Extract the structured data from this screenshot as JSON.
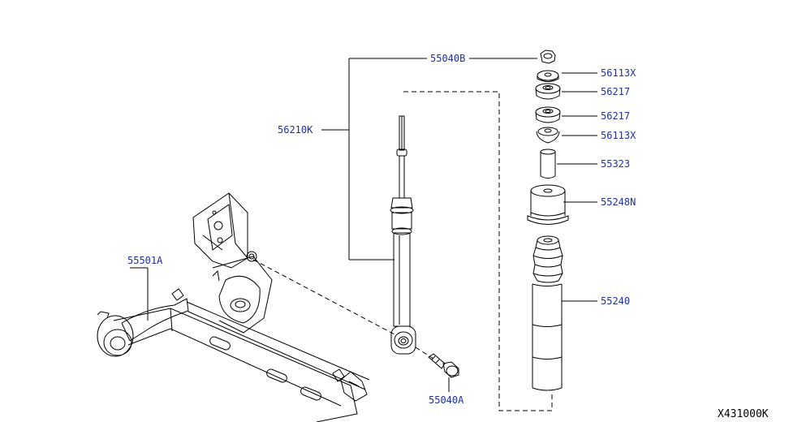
{
  "colors": {
    "label": "#1f2fa8",
    "line": "#000000",
    "background": "#ffffff"
  },
  "labels": {
    "p55040B": "55040B",
    "p56113X_top": "56113X",
    "p56217_top": "56217",
    "p56217_bottom": "56217",
    "p56113X_bottom": "56113X",
    "p55323": "55323",
    "p55248N": "55248N",
    "p55240": "55240",
    "p56210K": "56210K",
    "p55501A": "55501A",
    "p55040A": "55040A"
  },
  "diagram_ref": "X431000K"
}
